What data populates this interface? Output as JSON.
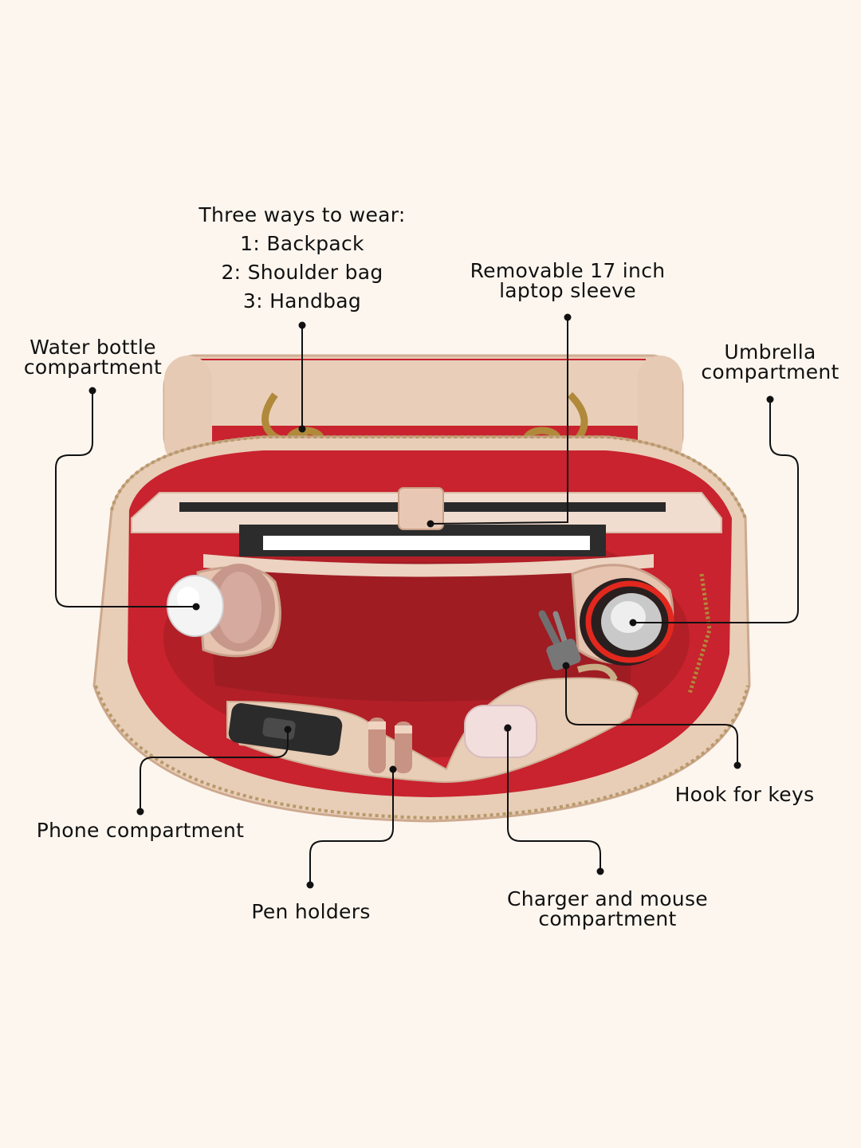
{
  "background_color": "#fdf6ef",
  "colors": {
    "bag_leather": "#e8cdb7",
    "bag_lining": "#c8232e",
    "lining_shadow": "#8f1a20",
    "hardware_brass": "#b08a3a",
    "callout_line": "#111111"
  },
  "labels": {
    "wear": [
      "Three ways to wear:",
      "1: Backpack",
      "2: Shoulder bag",
      "3: Handbag"
    ],
    "laptop": [
      "Removable 17 inch",
      "laptop sleeve"
    ],
    "water": [
      "Water bottle",
      "compartment"
    ],
    "umbrella": [
      "Umbrella",
      "compartment"
    ],
    "keys": [
      "Hook for keys"
    ],
    "phone": [
      "Phone compartment"
    ],
    "pens": [
      "Pen holders"
    ],
    "charger": [
      "Charger and mouse",
      "compartment"
    ]
  }
}
